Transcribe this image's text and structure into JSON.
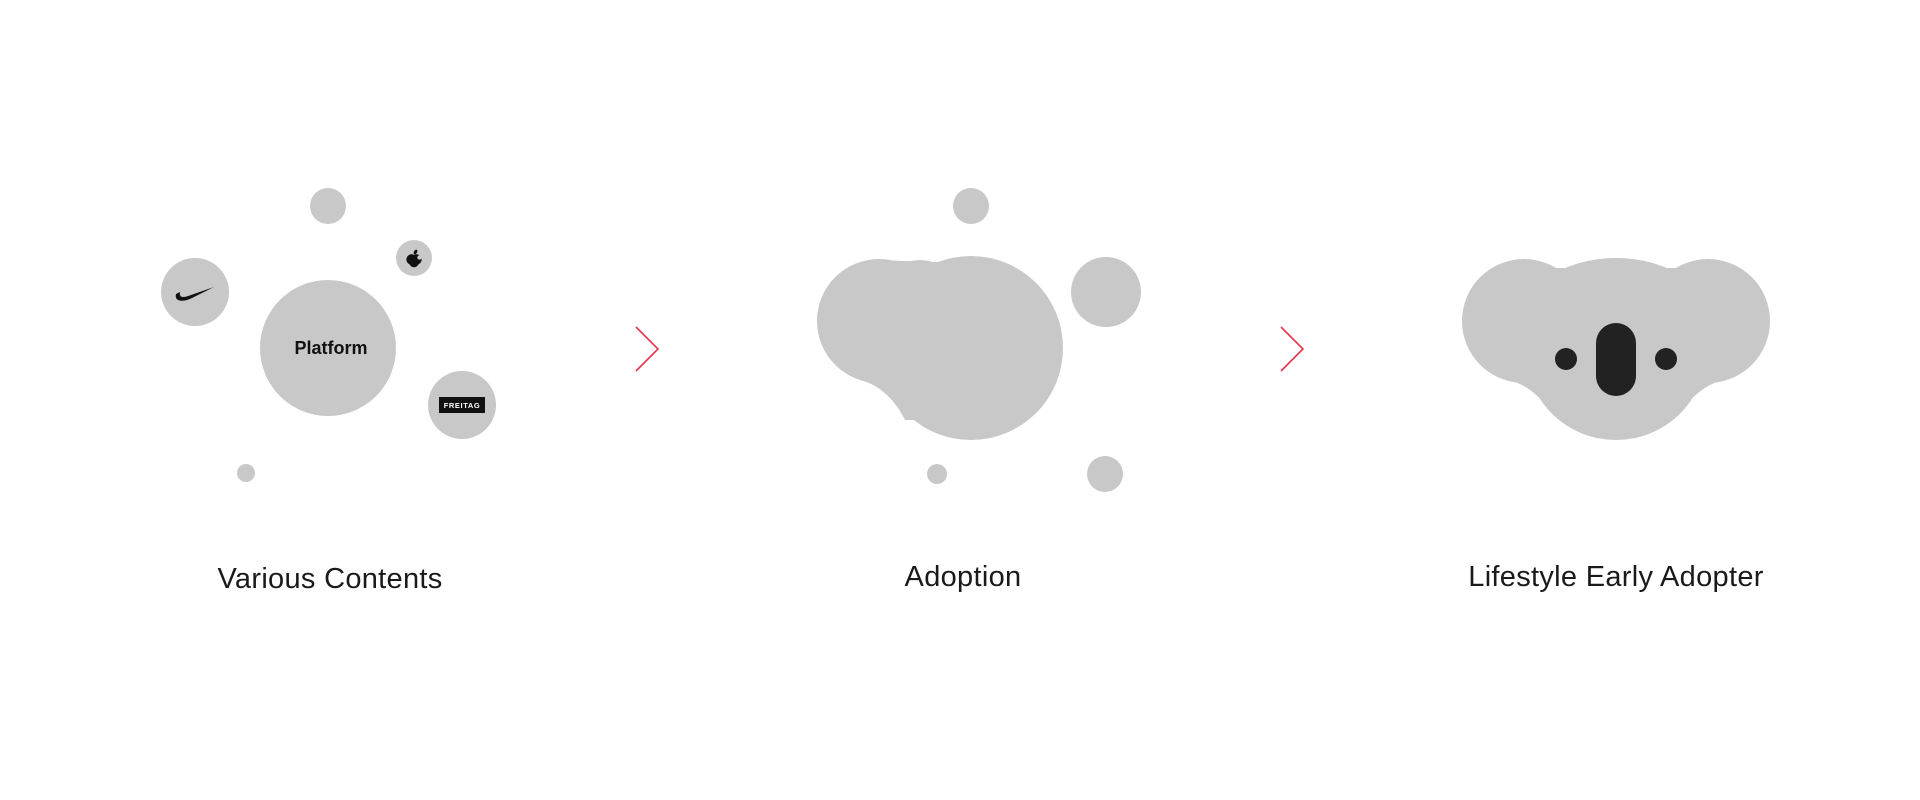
{
  "stages": [
    {
      "label": "Various Contents",
      "center_label": "Platform",
      "logos": [
        "nike-swoosh-logo",
        "apple-logo",
        "freitag-logo"
      ],
      "logo_text": {
        "freitag": "FREITAG"
      }
    },
    {
      "label": "Adoption"
    },
    {
      "label": "Lifestyle Early Adopter"
    }
  ],
  "colors": {
    "background": "#ffffff",
    "blob": "#c8c8c8",
    "arrow": "#e8344a",
    "dark": "#222222",
    "text": "#1a1a1a"
  }
}
